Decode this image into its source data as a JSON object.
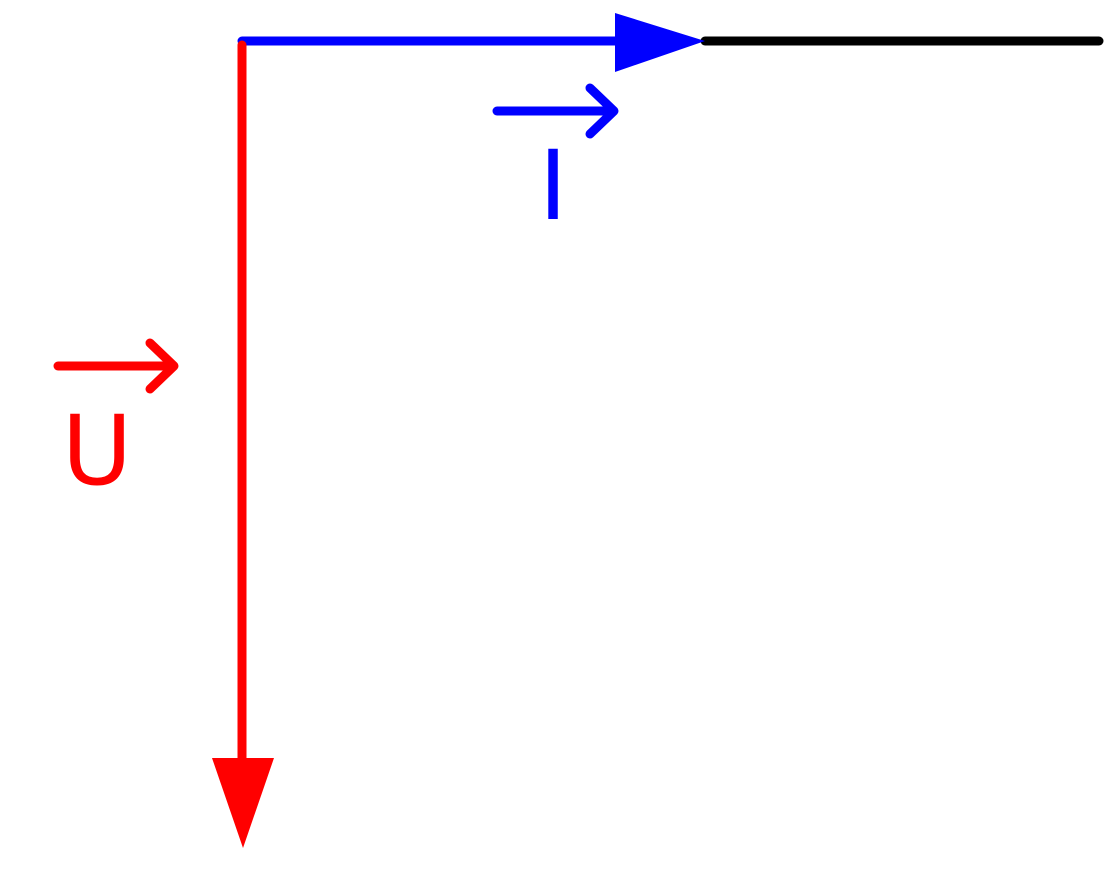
{
  "diagram": {
    "current_vector": {
      "symbol": "I",
      "color": "#0000ff",
      "direction": "right"
    },
    "voltage_vector": {
      "symbol": "U",
      "color": "#ff0000",
      "direction": "down"
    },
    "reference_line": {
      "color": "#000000"
    }
  }
}
